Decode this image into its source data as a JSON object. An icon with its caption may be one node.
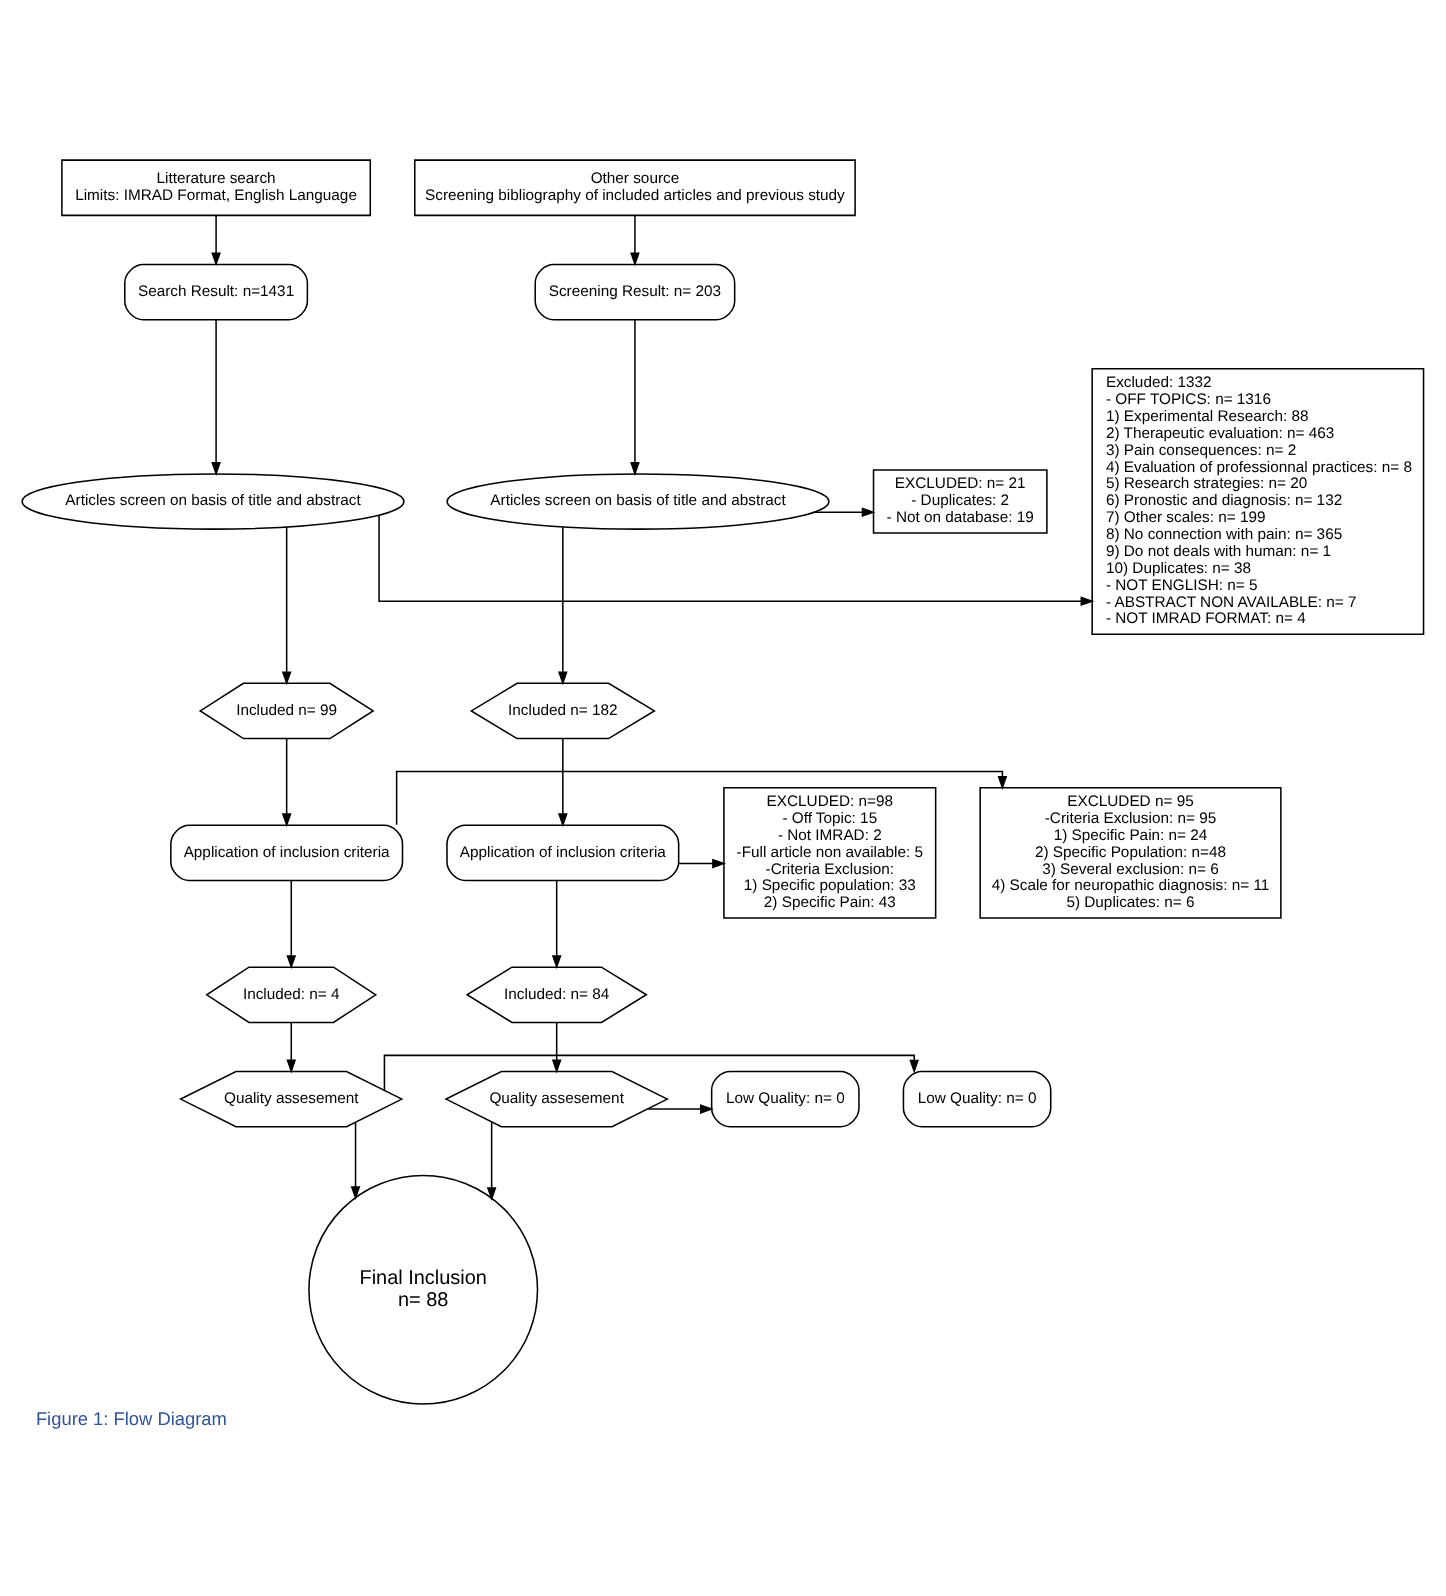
{
  "diagram": {
    "caption": "Figure 1: Flow Diagram",
    "nodes": [
      {
        "text": [
          "Litterature search",
          "Limits: IMRAD Format, English Language"
        ]
      },
      {
        "text": [
          "Other source",
          "Screening bibliography of included articles and previous study"
        ]
      },
      {
        "text": [
          "Excluded: 1332",
          "- OFF TOPICS: n= 1316",
          "1) Experimental Research: 88",
          "2) Therapeutic evaluation: n= 463",
          "3) Pain consequences: n= 2",
          "4) Evaluation of professionnal practices: n= 8",
          "5) Research strategies: n= 20",
          "6) Pronostic and diagnosis: n= 132",
          "7) Other scales: n= 199",
          "8) No connection with pain: n= 365",
          "9) Do not deals with human: n= 1",
          "10) Duplicates: n= 38",
          "- NOT ENGLISH: n= 5",
          "- ABSTRACT NON AVAILABLE: n= 7",
          "- NOT IMRAD FORMAT: n= 4"
        ]
      },
      {
        "text": [
          "Search Result: n=1431"
        ]
      },
      {
        "text": [
          "Screening Result: n= 203"
        ]
      },
      {
        "text": [
          "Articles screen on basis of title and abstract"
        ]
      },
      {
        "text": [
          "Articles screen on basis of title and abstract"
        ]
      },
      {
        "text": [
          "EXCLUDED: n= 21",
          "- Duplicates: 2",
          "- Not on database: 19"
        ]
      },
      {
        "text": [
          "Included n= 99"
        ]
      },
      {
        "text": [
          "Included n= 182"
        ]
      },
      {
        "text": [
          "EXCLUDED n= 95",
          "-Criteria Exclusion: n= 95",
          "1) Specific Pain: n= 24",
          "2) Specific Population: n=48",
          "3) Several exclusion: n= 6",
          "4) Scale for neuropathic diagnosis: n= 11",
          "5) Duplicates: n= 6"
        ]
      },
      {
        "text": [
          "Application of inclusion criteria"
        ]
      },
      {
        "text": [
          "Application of inclusion criteria"
        ]
      },
      {
        "text": [
          "EXCLUDED: n=98",
          "- Off Topic: 15",
          "- Not IMRAD: 2",
          "-Full article non available: 5",
          "-Criteria Exclusion:",
          "1) Specific population: 33",
          "2) Specific Pain: 43"
        ]
      },
      {
        "text": [
          "Included: n= 4"
        ]
      },
      {
        "text": [
          "Included: n= 84"
        ]
      },
      {
        "text": [
          "Low Quality: n= 0"
        ]
      },
      {
        "text": [
          "Quality assesement"
        ]
      },
      {
        "text": [
          "Quality assesement"
        ]
      },
      {
        "text": [
          "Low Quality: n= 0"
        ]
      },
      {
        "text": [
          "Final Inclusion",
          "n= 88"
        ]
      }
    ],
    "edges": [
      {
        "from": 0,
        "to": 3,
        "arrow": "to"
      },
      {
        "from": 3,
        "to": 5,
        "arrow": "to"
      },
      {
        "from": 5,
        "to": 2,
        "arrow": "to"
      },
      {
        "from": 5,
        "to": 8,
        "arrow": "to"
      },
      {
        "from": 1,
        "to": 4,
        "arrow": "to"
      },
      {
        "from": 4,
        "to": 6,
        "arrow": "to"
      },
      {
        "from": 6,
        "to": 7,
        "arrow": "to"
      },
      {
        "from": 6,
        "to": 9,
        "arrow": "to"
      },
      {
        "from": 8,
        "to": 11,
        "arrow": "to"
      },
      {
        "from": 11,
        "to": 10,
        "arrow": "to"
      },
      {
        "from": 11,
        "to": 14,
        "arrow": "to"
      },
      {
        "from": 9,
        "to": 12,
        "arrow": "to"
      },
      {
        "from": 12,
        "to": 13,
        "arrow": "to"
      },
      {
        "from": 12,
        "to": 15,
        "arrow": "to"
      },
      {
        "from": 14,
        "to": 17,
        "arrow": "to"
      },
      {
        "from": 15,
        "to": 18,
        "arrow": "to"
      },
      {
        "from": 17,
        "to": 16,
        "arrow": "to"
      },
      {
        "from": 18,
        "to": 19,
        "arrow": "to"
      },
      {
        "from": 17,
        "to": 20,
        "arrow": "to"
      },
      {
        "from": 18,
        "to": 20,
        "arrow": "to"
      }
    ]
  }
}
